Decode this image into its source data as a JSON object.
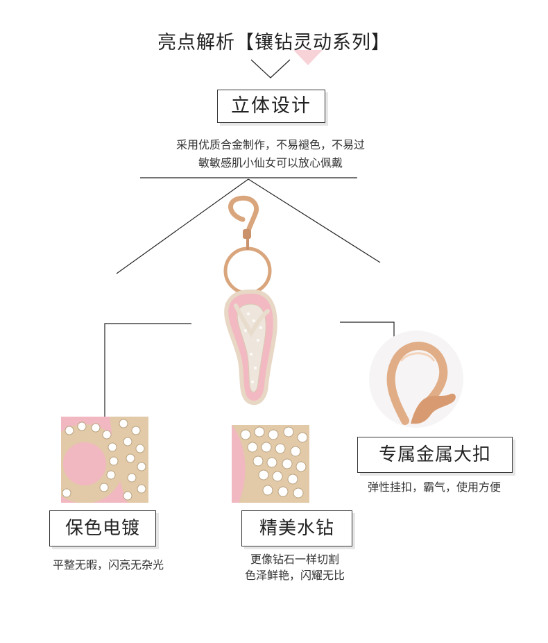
{
  "header": {
    "title": "亮点解析【镶钻灵动系列】"
  },
  "sections": {
    "design": {
      "label": "立体设计",
      "desc_line1": "采用优质合金制作，不易褪色，不易过",
      "desc_line2": "敏敏感肌小仙女可以放心佩戴"
    },
    "plating": {
      "label": "保色电镀",
      "desc": "平整无暇，闪亮无杂光"
    },
    "crystal": {
      "label": "精美水钻",
      "desc_line1": "更像钻石一样切割",
      "desc_line2": "色泽鲜艳，闪耀无比"
    },
    "clasp": {
      "label": "专属金属大扣",
      "desc": "弹性挂扣，霸气，使用方便"
    }
  },
  "colors": {
    "accent_pink": "#f7d3d8",
    "gold": "#d9a57c",
    "enamel_pink": "#f3b9c2",
    "line": "#222222"
  },
  "icons": {
    "product": "flip-flop-keychain-image",
    "detail_left": "rhinestone-closeup-image",
    "detail_center": "crystal-closeup-image",
    "detail_right": "lobster-clasp-image"
  }
}
